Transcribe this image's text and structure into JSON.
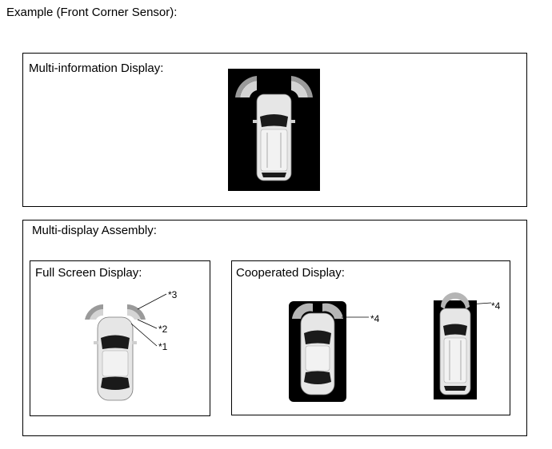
{
  "header": {
    "title": "Example (Front Corner Sensor):"
  },
  "mid_panel": {
    "title": "Multi-information Display:"
  },
  "md_panel": {
    "title": "Multi-display Assembly:",
    "full_screen": {
      "title": "Full Screen Display:"
    },
    "cooperated": {
      "title": "Cooperated Display:"
    }
  },
  "callouts": {
    "c1": "*1",
    "c2": "*2",
    "c3": "*3",
    "c4a": "*4",
    "c4b": "*4"
  },
  "colors": {
    "screen_black": "#000000",
    "sensor_gray": "#9a9a9a",
    "sensor_light": "#d4d4d4",
    "car_body": "#e6e6e6",
    "car_glass": "#1a1a1a"
  },
  "icons": [
    "suv-top-view-icon",
    "sedan-top-view-icon",
    "corner-sensor-segment-icon"
  ]
}
